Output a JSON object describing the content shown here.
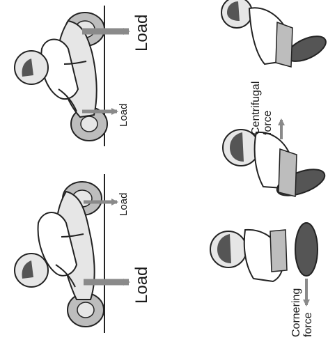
{
  "labels": {
    "load_big": "Load",
    "load_small": "Load",
    "centrifugal_1": "Centrifugal",
    "centrifugal_2": "force",
    "cornering_1": "Cornering",
    "cornering_2": "force"
  },
  "colors": {
    "line": "#222222",
    "arrow": "#8a8a8a",
    "fill_light": "#e6e6e6",
    "fill_mid": "#bdbdbd",
    "fill_dark": "#555555"
  }
}
